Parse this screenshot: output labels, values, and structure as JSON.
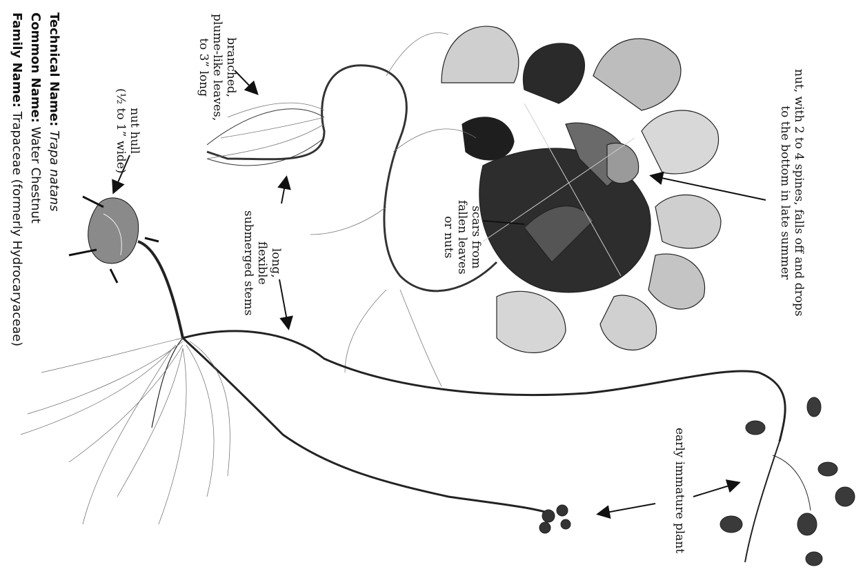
{
  "labels": {
    "nut": [
      "nut, with 2 to 4 spines, falls off and drops",
      "to the bottom in late summer"
    ],
    "scars": [
      "scars from",
      "fallen leaves",
      "or nuts"
    ],
    "branched": [
      "branched,",
      "plume-like leaves,",
      "to 3” long"
    ],
    "stems": [
      "long,",
      "flexible",
      "submerged stems"
    ],
    "nut_hull": [
      "nut hull",
      "(½ to 1” wide)"
    ],
    "immature": [
      "early immature plant"
    ]
  },
  "caption": {
    "technical_label": "Technical Name:",
    "technical_value": "Trapa natans",
    "common_label": "Common Name:",
    "common_value": "Water Chestnut",
    "family_label": "Family Name:",
    "family_value": "Trapaceae (formerly Hydrocaryaceae)"
  },
  "colors": {
    "ink": "#111111",
    "background": "#ffffff"
  }
}
